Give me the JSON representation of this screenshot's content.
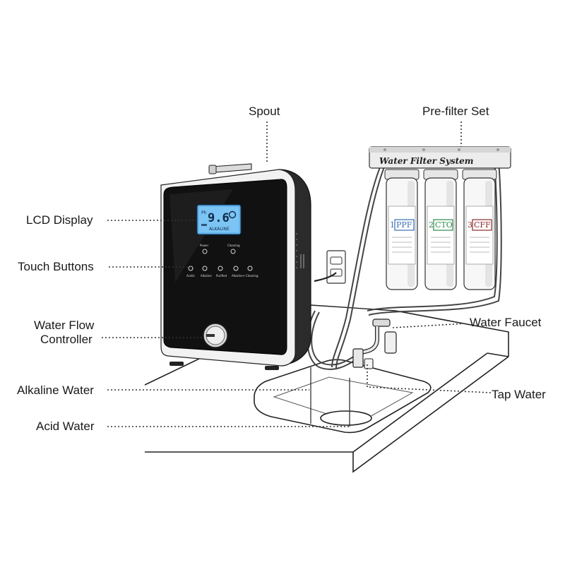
{
  "labels": {
    "spout": "Spout",
    "prefilter_set": "Pre-filter Set",
    "lcd_display": "LCD Display",
    "touch_buttons": "Touch Buttons",
    "water_flow_controller_line1": "Water Flow",
    "water_flow_controller_line2": "Controller",
    "alkaline_water": "Alkaline Water",
    "acid_water": "Acid Water",
    "water_faucet": "Water Faucet",
    "tap_water": "Tap Water"
  },
  "filter_system": {
    "header": "Water Filter System",
    "cartridges": [
      {
        "code": "PPF",
        "number": "1",
        "color": "#3b6fb5"
      },
      {
        "code": "CTO",
        "number": "2",
        "color": "#2f8a4a"
      },
      {
        "code": "CFF",
        "number": "3",
        "color": "#8a2a2a"
      }
    ]
  },
  "lcd": {
    "ph_label": "Ph",
    "reading": "9.6",
    "mode_text": "ALKALINE"
  },
  "button_captions": [
    "Power",
    "Cleaning",
    "Acidic",
    "Alkaline",
    "Purified",
    "Alkaline+",
    "Cleaning"
  ]
}
